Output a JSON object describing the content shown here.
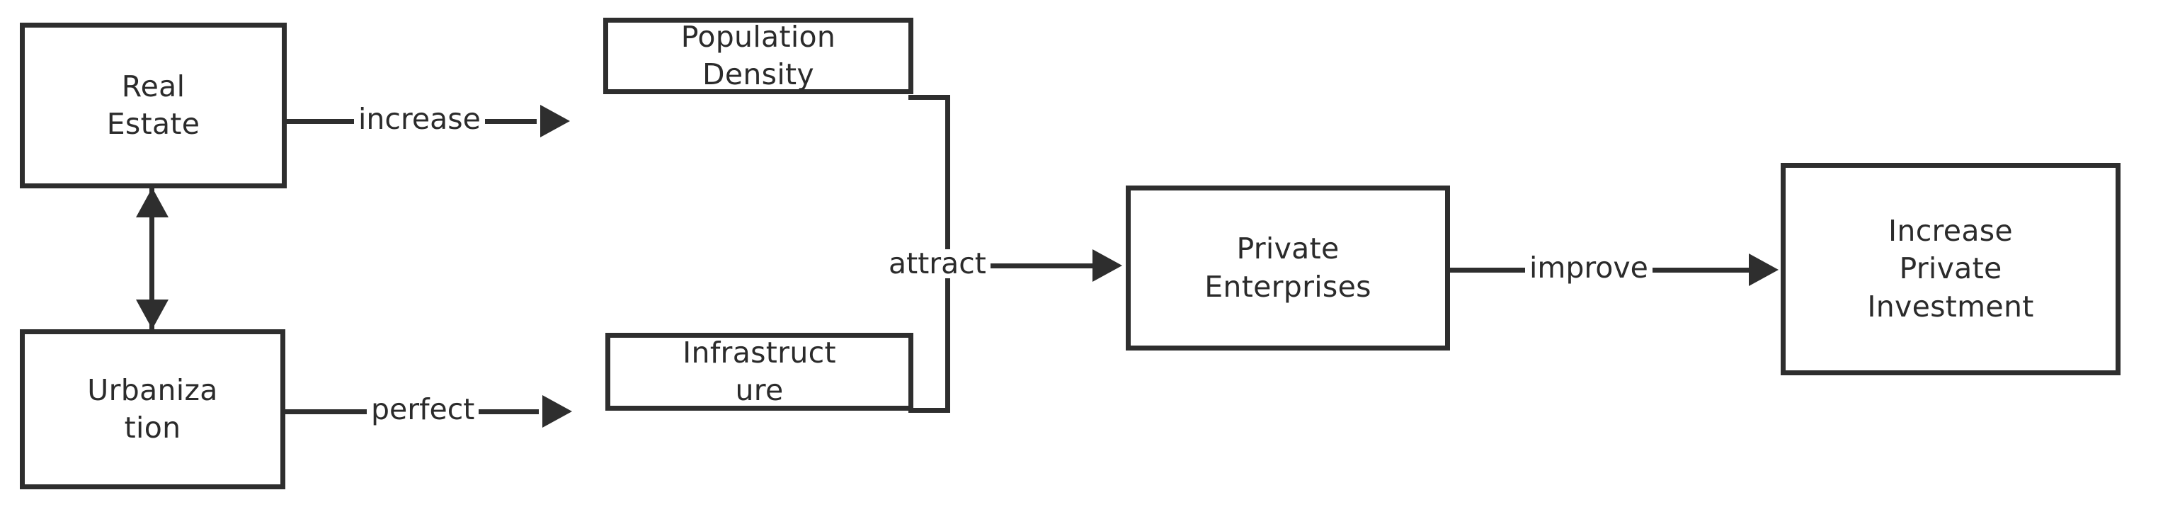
{
  "diagram": {
    "type": "flowchart",
    "orientation": "left-to-right",
    "theme": {
      "background": "#ffffff",
      "node_border": "#2e2e2e",
      "node_fill": "#ffffff",
      "text": "#2b2b2b",
      "edge": "#2e2e2e"
    },
    "nodes": [
      {
        "id": "real-estate",
        "label": "Real\nEstate"
      },
      {
        "id": "urbanization",
        "label": "Urbaniza\ntion"
      },
      {
        "id": "population-density",
        "label": "Population\nDensity"
      },
      {
        "id": "infrastructure",
        "label": "Infrastruct\nure"
      },
      {
        "id": "private-enterprises",
        "label": "Private\nEnterprises"
      },
      {
        "id": "increase-private-investment",
        "label": "Increase\nPrivate\nInvestment"
      }
    ],
    "edges": [
      {
        "id": "real-estate-to-population-density",
        "label": "increase",
        "from": "real-estate",
        "to": "population-density",
        "arrow": "single"
      },
      {
        "id": "urbanization-to-infrastructure",
        "label": "perfect",
        "from": "urbanization",
        "to": "infrastructure",
        "arrow": "single"
      },
      {
        "id": "real-estate-urbanization",
        "label": "",
        "from": "real-estate",
        "to": "urbanization",
        "arrow": "double"
      },
      {
        "id": "merge-to-private-enterprises",
        "label": "attract",
        "from": "population-density + infrastructure",
        "to": "private-enterprises",
        "arrow": "single"
      },
      {
        "id": "private-enterprises-to-investment",
        "label": "improve",
        "from": "private-enterprises",
        "to": "increase-private-investment",
        "arrow": "single"
      }
    ]
  }
}
